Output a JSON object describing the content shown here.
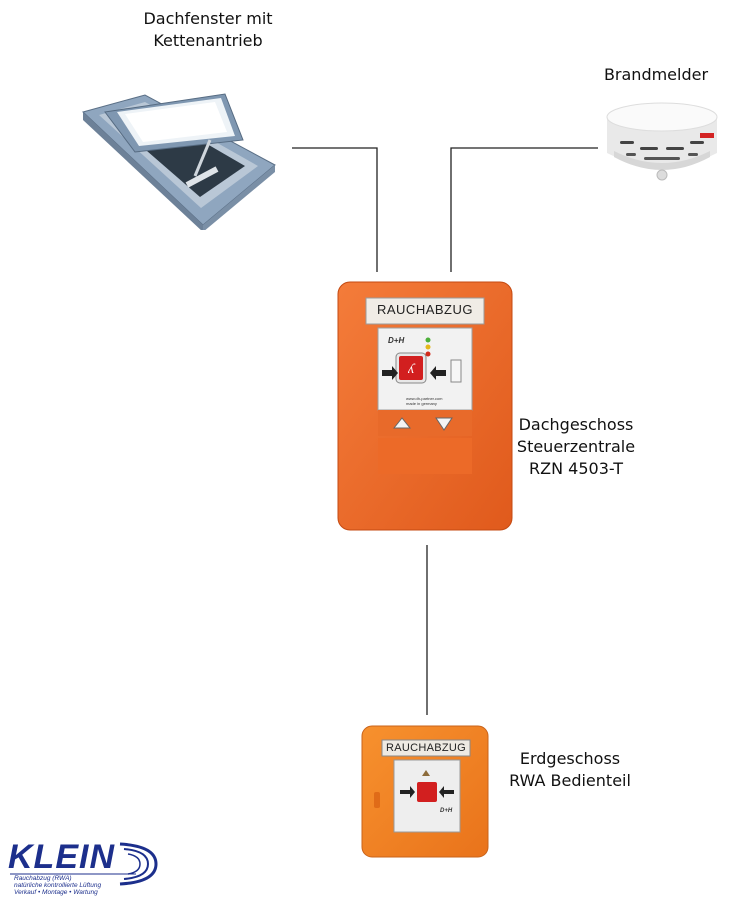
{
  "nodes": {
    "window": {
      "lines": [
        "Dachfenster mit",
        "Kettenantrieb"
      ]
    },
    "smoke_detector": {
      "lines": [
        "Brandmelder"
      ]
    },
    "control_unit": {
      "lines": [
        "Dachgeschoss",
        "Steuerzentrale",
        "RZN 4503-T"
      ],
      "panel_label": "RAUCHABZUG",
      "brand": "D+H",
      "web": "www.dh-partner.com",
      "made": "made in germany"
    },
    "button_panel": {
      "lines": [
        "Erdgeschoss",
        "RWA Bedienteil"
      ],
      "panel_label": "RAUCHABZUG",
      "brand": "D+H"
    }
  },
  "logo": {
    "name": "KLEIN",
    "lines": [
      "Rauchabzug (RWA)",
      "natürliche kontrollierte Lüftung",
      "Verkauf • Montage • Wartung"
    ]
  },
  "colors": {
    "orange_panel": "#ef6a2a",
    "orange_button": "#f5821f",
    "window_frame": "#8fa6bf",
    "logo_blue": "#1c2f8c",
    "wire": "#222222"
  }
}
